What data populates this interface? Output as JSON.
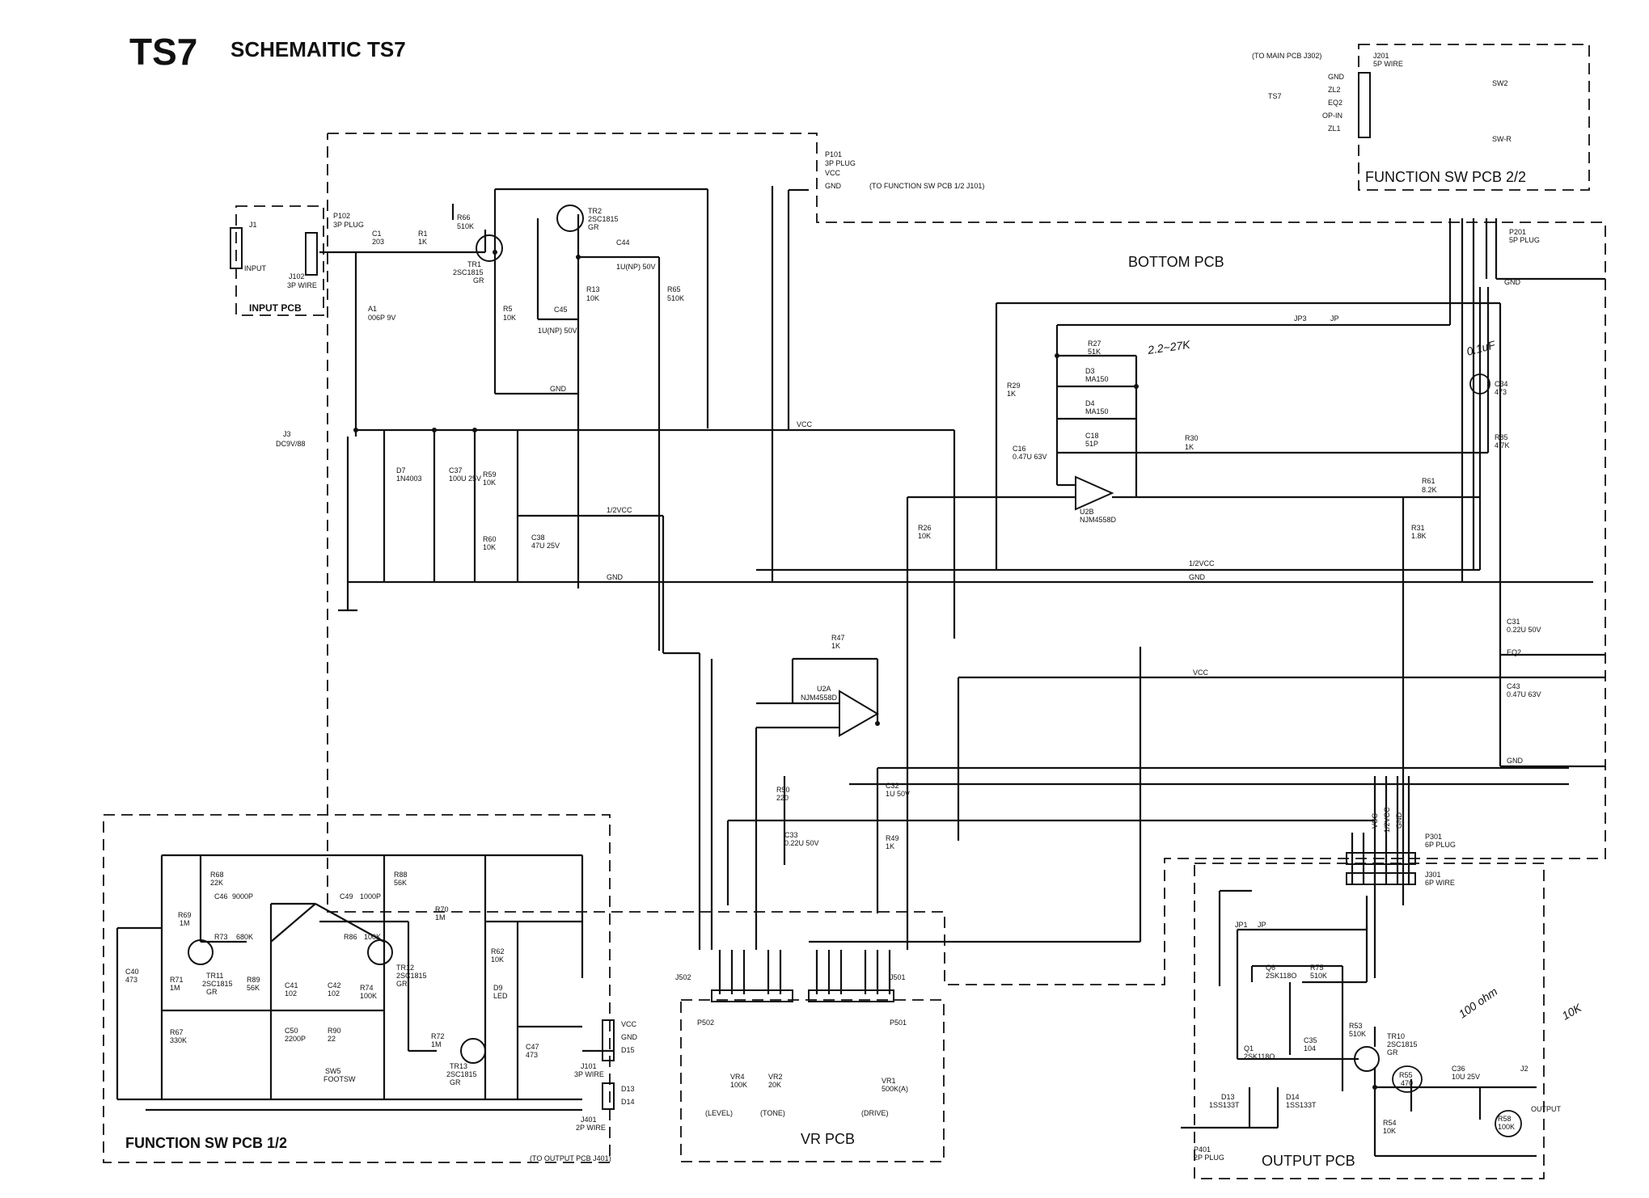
{
  "header": {
    "model": "TS7",
    "title": "SCHEMAITIC TS7"
  },
  "boards": {
    "input": "INPUT PCB",
    "bottom": "BOTTOM PCB",
    "function_sw_1": "FUNCTION SW PCB 1/2",
    "function_sw_2": "FUNCTION SW PCB 2/2",
    "vr": "VR PCB",
    "output": "OUTPUT PCB"
  },
  "connectors": {
    "p101": "P101",
    "p101_type": "3P PLUG",
    "p101_note": "(TO FUNCTION SW PCB 1/2 J101)",
    "p102": "P102",
    "p102_type": "3P PLUG",
    "j102": "J102",
    "j102_type": "3P WIRE",
    "j201": "J201",
    "j201_type": "5P WIRE",
    "j201_note": "(TO MAIN PCB J302)",
    "p201": "P201",
    "p201_type": "5P PLUG",
    "p301": "P301",
    "p301_type": "6P PLUG",
    "j301": "J301",
    "j301_type": "6P WIRE",
    "j101": "J101",
    "j101_type": "3P WIRE",
    "j401": "J401",
    "j401_type": "2P WIRE",
    "j401_note": "(TO OUTPUT PCB J401)",
    "p401": "P401",
    "p401_type": "2P PLUG",
    "j501": "J501",
    "j502": "J502",
    "p501": "P501",
    "p502": "P502",
    "j1": "J1",
    "j2": "J2",
    "j3": "J3",
    "j3_type": "DC9V/88",
    "input_label": "INPUT",
    "output_label": "OUTPUT"
  },
  "function_sw_2_pins": [
    "GND",
    "ZL2",
    "EQ2",
    "OP-IN",
    "ZL1"
  ],
  "function_sw_2_side": "TS7",
  "switches": {
    "sw2": "SW2",
    "swr": "SW-R",
    "sw5": "SW5",
    "sw5_type": "FOOTSW"
  },
  "p301_pins": [
    "VCC",
    "1/2VCC",
    "GND"
  ],
  "nets": {
    "vcc": "VCC",
    "gnd": "GND",
    "half_vcc": "1/2VCC",
    "jp3": "JP3",
    "jp": "JP",
    "jp1": "JP1",
    "eq2": "EQ2"
  },
  "input_section": [
    {
      "ref": "C1",
      "value": "203"
    },
    {
      "ref": "R1",
      "value": "1K"
    },
    {
      "ref": "R66",
      "value": "510K"
    },
    {
      "ref": "TR1",
      "value": "2SC1815",
      "grade": "GR"
    },
    {
      "ref": "TR2",
      "value": "2SC1815",
      "grade": "GR"
    },
    {
      "ref": "C44",
      "value": "1U(NP) 50V"
    },
    {
      "ref": "C45",
      "value": "1U(NP) 50V"
    },
    {
      "ref": "R5",
      "value": "10K"
    },
    {
      "ref": "R13",
      "value": "10K"
    },
    {
      "ref": "R65",
      "value": "510K"
    },
    {
      "ref": "A1",
      "value": "006P 9V"
    }
  ],
  "power_section": [
    {
      "ref": "D7",
      "value": "1N4003"
    },
    {
      "ref": "C37",
      "value": "100U 25V"
    },
    {
      "ref": "R59",
      "value": "10K"
    },
    {
      "ref": "R60",
      "value": "10K"
    },
    {
      "ref": "C38",
      "value": "47U 25V"
    }
  ],
  "clip_section": [
    {
      "ref": "R27",
      "value": "51K"
    },
    {
      "ref": "D3",
      "value": "MA150"
    },
    {
      "ref": "D4",
      "value": "MA150"
    },
    {
      "ref": "C18",
      "value": "51P"
    },
    {
      "ref": "R29",
      "value": "1K"
    },
    {
      "ref": "C16",
      "value": "0.47U 63V"
    },
    {
      "ref": "R30",
      "value": "1K"
    },
    {
      "ref": "U2B",
      "value": "NJM4558D"
    },
    {
      "ref": "R26",
      "value": "10K"
    },
    {
      "ref": "R61",
      "value": "8.2K"
    },
    {
      "ref": "R31",
      "value": "1.8K"
    },
    {
      "ref": "C34",
      "value": "473"
    },
    {
      "ref": "R85",
      "value": "4.7K"
    },
    {
      "ref": "C31",
      "value": "0.22U 50V"
    },
    {
      "ref": "C43",
      "value": "0.47U 63V"
    }
  ],
  "tone_section": [
    {
      "ref": "R47",
      "value": "1K"
    },
    {
      "ref": "U2A",
      "value": "NJM4558D"
    },
    {
      "ref": "R50",
      "value": "220"
    },
    {
      "ref": "C32",
      "value": "1U 50V"
    },
    {
      "ref": "C33",
      "value": "0.22U 50V"
    },
    {
      "ref": "R49",
      "value": "1K"
    }
  ],
  "pots": [
    {
      "ref": "VR4",
      "value": "100K",
      "name": "(LEVEL)"
    },
    {
      "ref": "VR2",
      "value": "20K",
      "name": "(TONE)"
    },
    {
      "ref": "VR1",
      "value": "500K(A)",
      "name": "(DRIVE)"
    }
  ],
  "function_sw_1_parts": [
    {
      "ref": "R68",
      "value": "22K"
    },
    {
      "ref": "C46",
      "value": "9000P"
    },
    {
      "ref": "R69",
      "value": "1M"
    },
    {
      "ref": "R73",
      "value": "680K"
    },
    {
      "ref": "TR11",
      "value": "2SC1815",
      "grade": "GR"
    },
    {
      "ref": "C40",
      "value": "473"
    },
    {
      "ref": "R71",
      "value": "1M"
    },
    {
      "ref": "R67",
      "value": "330K"
    },
    {
      "ref": "R89",
      "value": "56K"
    },
    {
      "ref": "C41",
      "value": "102"
    },
    {
      "ref": "C42",
      "value": "102"
    },
    {
      "ref": "C50",
      "value": "2200P"
    },
    {
      "ref": "R90",
      "value": "22"
    },
    {
      "ref": "R88",
      "value": "56K"
    },
    {
      "ref": "C49",
      "value": "1000P"
    },
    {
      "ref": "R86",
      "value": "100K"
    },
    {
      "ref": "R74",
      "value": "100K"
    },
    {
      "ref": "TR12",
      "value": "2SC1815",
      "grade": "GR"
    },
    {
      "ref": "R70",
      "value": "1M"
    },
    {
      "ref": "R62",
      "value": "10K"
    },
    {
      "ref": "D9",
      "value": "LED"
    },
    {
      "ref": "R72",
      "value": "1M"
    },
    {
      "ref": "TR13",
      "value": "2SC1815",
      "grade": "GR"
    },
    {
      "ref": "C47",
      "value": "473"
    },
    {
      "ref": "D15",
      "value": ""
    },
    {
      "ref": "D13",
      "value": ""
    },
    {
      "ref": "D14",
      "value": ""
    }
  ],
  "output_section": [
    {
      "ref": "Q6",
      "value": "2SK118O"
    },
    {
      "ref": "R75",
      "value": "510K"
    },
    {
      "ref": "Q1",
      "value": "2SK118O"
    },
    {
      "ref": "C35",
      "value": "104"
    },
    {
      "ref": "R53",
      "value": "510K"
    },
    {
      "ref": "TR10",
      "value": "2SC1815",
      "grade": "GR"
    },
    {
      "ref": "R55",
      "value": "470"
    },
    {
      "ref": "C36",
      "value": "10U 25V"
    },
    {
      "ref": "D13",
      "value": "1SS133T"
    },
    {
      "ref": "D14",
      "value": "1SS133T"
    },
    {
      "ref": "R54",
      "value": "10K"
    },
    {
      "ref": "R58",
      "value": "100K"
    }
  ],
  "handwritten_notes": [
    "2.2~27K",
    "100 ohm",
    "10K",
    "0.1uF"
  ]
}
